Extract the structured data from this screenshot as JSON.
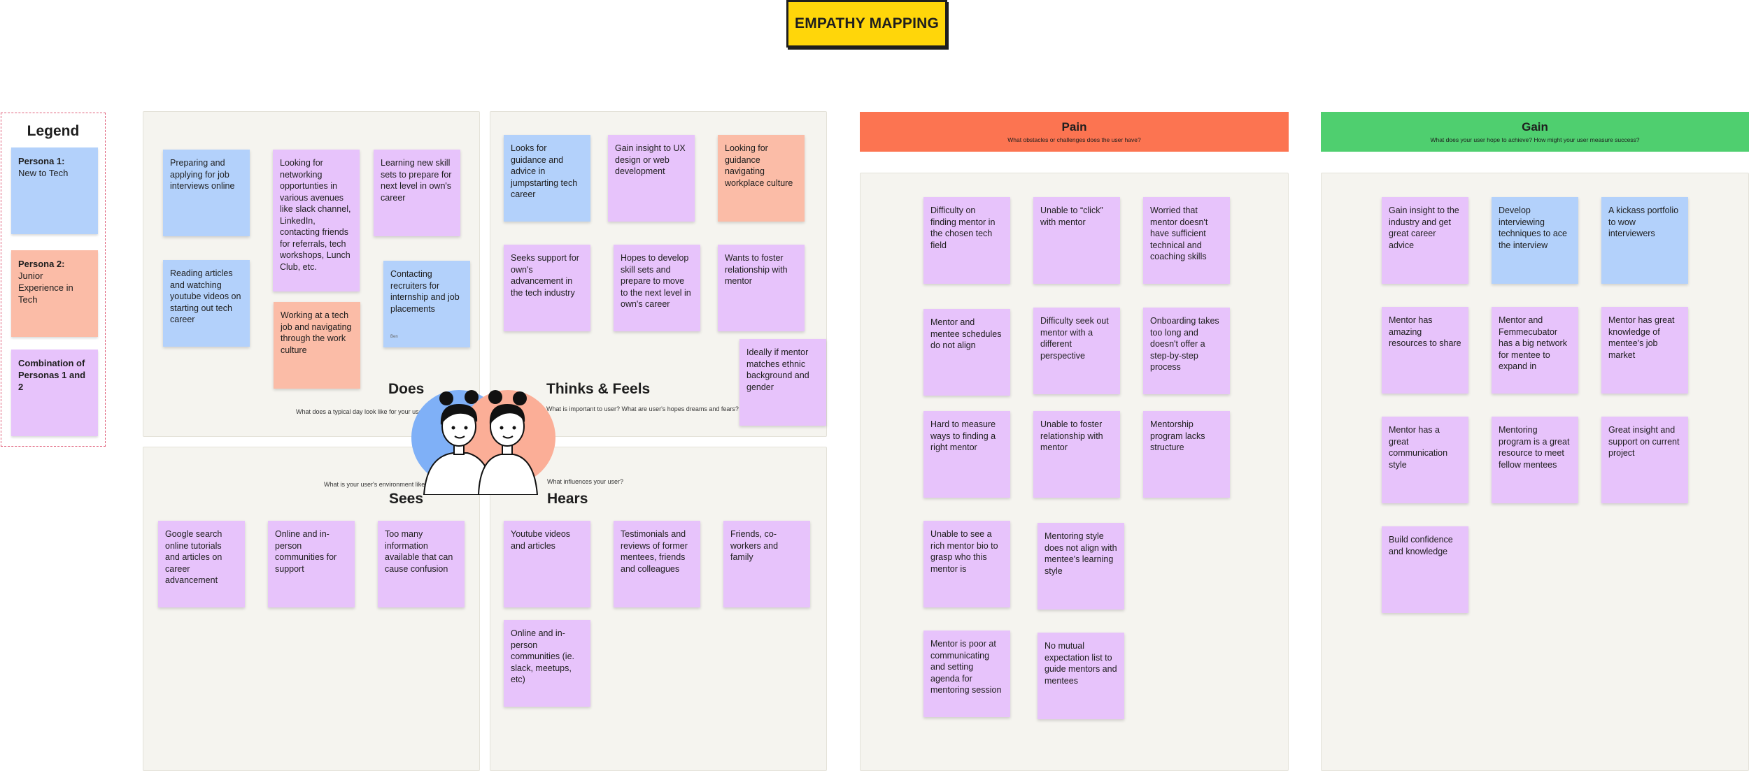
{
  "title": "EMPATHY MAPPING",
  "colors": {
    "blue_note": "#b3d1fb",
    "purple_note": "#e7c3fb",
    "peach_note": "#fbbca7",
    "pain_header": "#fc7451",
    "gain_header": "#4fcf6f",
    "title_bg": "#ffd60a",
    "panel_bg": "#f5f4ef"
  },
  "legend": {
    "title": "Legend",
    "items": [
      {
        "bold": "Persona 1:",
        "text": "New to Tech",
        "color": "blue"
      },
      {
        "bold": "Persona 2:",
        "text": "Junior Experience in Tech",
        "color": "peach"
      },
      {
        "bold": "Combination of Personas 1 and 2",
        "text": "",
        "color": "purple"
      }
    ]
  },
  "does": {
    "heading": "Does",
    "question": "What does a typical day look like for your user?",
    "notes": [
      "Preparing and applying for job interviews online",
      "Looking for networking opportunties in various avenues like slack channel, LinkedIn, contacting friends for referrals, tech workshops, Lunch Club, etc.",
      "Learning new skill sets to prepare for next level in own's career",
      "Reading articles and watching youtube videos on starting out tech career",
      "Working at a tech job and navigating through the work culture",
      "Contacting recruiters for internship and job placements"
    ],
    "author_tag": "Ben"
  },
  "thinks": {
    "heading": "Thinks & Feels",
    "question": "What is important to user?  What are user's hopes dreams and fears?",
    "notes": [
      "Looks for guidance and advice in jumpstarting tech career",
      "Gain insight to UX design or web development",
      "Looking for guidance navigating workplace culture",
      "Seeks support for own's advancement in the tech industry",
      "Hopes to develop skill sets and prepare to move to the next level in own's career",
      "Wants to foster relationship with mentor",
      "Ideally if mentor matches ethnic background and gender"
    ]
  },
  "sees": {
    "heading": "Sees",
    "question": "What is your user's environment like?",
    "notes": [
      "Google search online tutorials and articles on career advancement",
      "Online and in-person communities for support",
      "Too many information available that can cause confusion"
    ]
  },
  "hears": {
    "heading": "Hears",
    "question": "What influences your user?",
    "notes": [
      "Youtube videos and articles",
      "Testimonials and reviews of former mentees, friends and colleagues",
      "Friends, co-workers and family",
      "Online and in-person communities (ie. slack, meetups, etc)"
    ]
  },
  "pain": {
    "heading": "Pain",
    "question": "What obstacles or challenges does the user have?",
    "notes": [
      "Difficulty on finding mentor in the chosen tech field",
      "Unable to “click” with mentor",
      "Worried that mentor doesn't have sufficient technical and coaching skills",
      "Mentor and mentee schedules do not align",
      "Difficulty seek out mentor with a different perspective",
      "Onboarding takes too long and doesn't offer a step-by-step process",
      "Hard to measure ways to finding a right mentor",
      "Unable to foster relationship with mentor",
      "Mentorship program lacks structure",
      "Unable to see a rich mentor bio to grasp who this mentor is",
      "Mentoring style does not align with mentee's learning style",
      "Mentor is poor at communicating and setting agenda for mentoring session",
      "No mutual expectation list to guide mentors and mentees"
    ]
  },
  "gain": {
    "heading": "Gain",
    "question": "What does your user hope to achieve?  How might your user measure success?",
    "notes": [
      "Gain insight to the industry and get great career advice",
      "Develop interviewing techniques to ace the interview",
      "A kickass portfolio to wow interviewers",
      "Mentor has amazing resources to share",
      "Mentor and Femmecubator has a big network for mentee to expand in",
      "Mentor has great knowledge of mentee's job market",
      "Mentor has a great communication style",
      "Mentoring program is a great resource to meet fellow mentees",
      "Great insight and support on current project",
      "Build confidence and knowledge"
    ]
  }
}
